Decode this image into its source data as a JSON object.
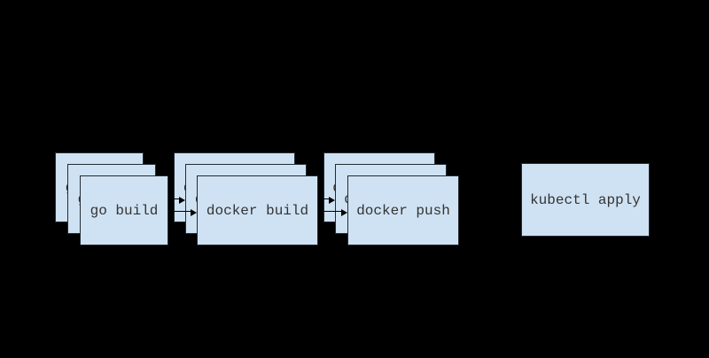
{
  "diagram": {
    "type": "pipeline-flow",
    "background_color": "#000000",
    "node_fill_color": "#cfe2f3",
    "node_border_color": "#252b33",
    "node_text_color": "#333333",
    "arrow_color": "#000000",
    "steps": [
      {
        "id": "go-build",
        "label": "go build",
        "stack_count": 3
      },
      {
        "id": "docker-build",
        "label": "docker build",
        "stack_count": 3
      },
      {
        "id": "docker-push",
        "label": "docker push",
        "stack_count": 3
      },
      {
        "id": "kubectl-apply",
        "label": "kubectl apply",
        "stack_count": 1
      }
    ],
    "connections": [
      {
        "from": "go-build",
        "to": "docker-build",
        "arrows_per_layer": 3
      },
      {
        "from": "docker-build",
        "to": "docker-push",
        "arrows_per_layer": 3
      }
    ]
  }
}
